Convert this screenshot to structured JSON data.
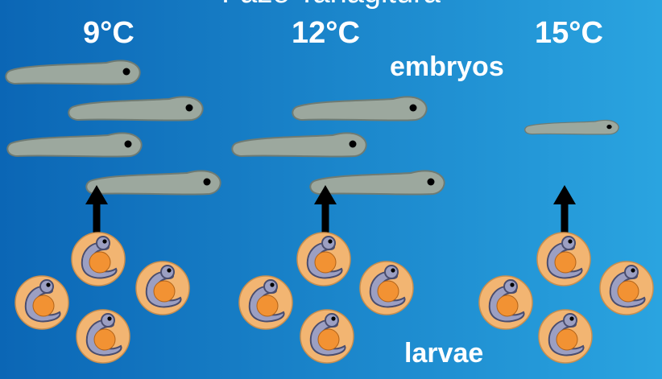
{
  "title": "Fázé Tanagitúra",
  "temperatures": [
    "9°C",
    "12°C",
    "15°C"
  ],
  "labels": {
    "top": "embryos",
    "bottom": "larvae"
  },
  "colors": {
    "bg_left": "#0b66b5",
    "bg_right": "#2aa4e0",
    "fish_body": "#9ca89e",
    "fish_outline": "#6f7b73",
    "egg_fill": "#f2b572",
    "embryo_body": "#9c9fc2",
    "yolk": "#f29233",
    "arrow": "#000000"
  },
  "icons": [
    "larva-icon",
    "embryo-egg-icon",
    "up-arrow-icon"
  ]
}
